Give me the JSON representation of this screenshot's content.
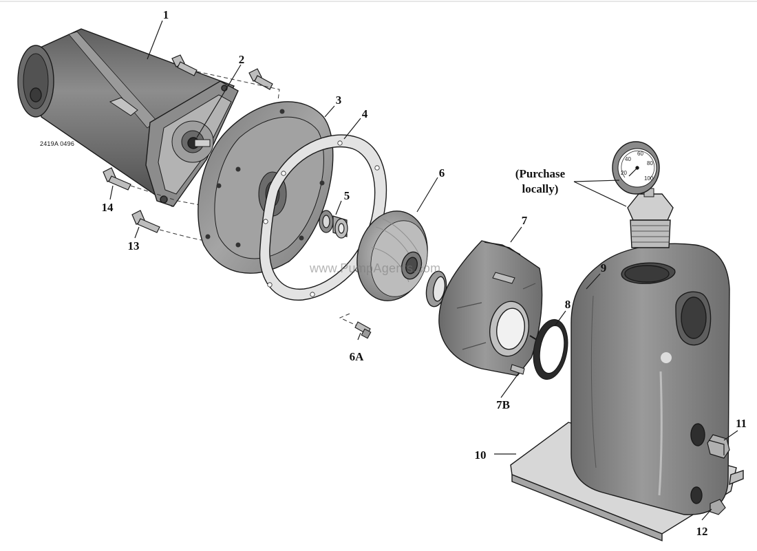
{
  "drawing_code": "2419A  0496",
  "watermark": "www.PumpAgents.com",
  "note": {
    "line1": "(Purchase",
    "line2": "locally)"
  },
  "callouts": {
    "c1": "1",
    "c2": "2",
    "c3": "3",
    "c4": "4",
    "c5": "5",
    "c6": "6",
    "c6a": "6A",
    "c7": "7",
    "c7b": "7B",
    "c8": "8",
    "c9": "9",
    "c10": "10",
    "c11": "11",
    "c12": "12",
    "c13": "13",
    "c14": "14"
  },
  "gauge": {
    "ticks": [
      "20",
      "40",
      "60",
      "80",
      "100"
    ]
  },
  "colors": {
    "line": "#1a1a1a",
    "metal_dark": "#6e6e6e",
    "metal_mid": "#8a8a8a",
    "metal_light": "#b5b5b5",
    "highlight": "#d9d9d9"
  }
}
